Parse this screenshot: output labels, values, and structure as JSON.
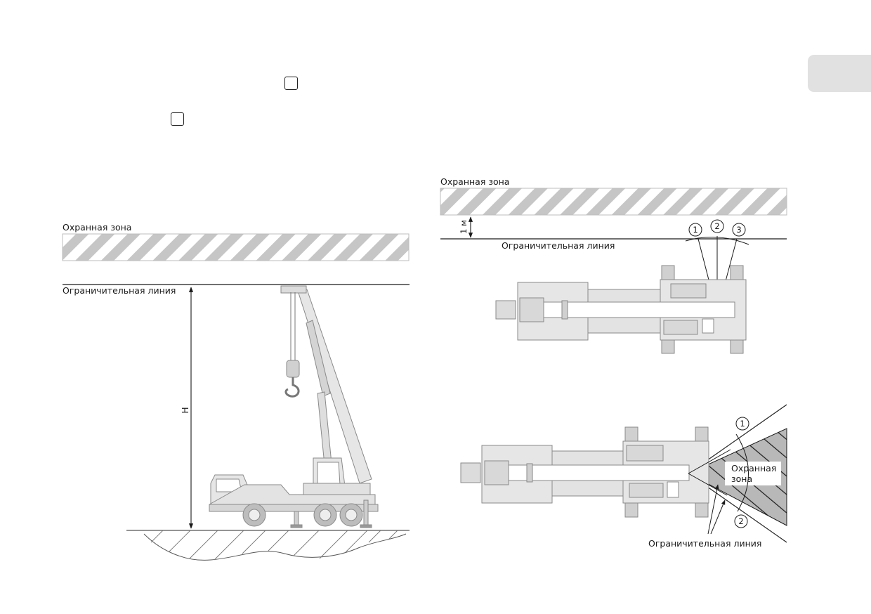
{
  "checkboxes": [
    {
      "checked": false
    },
    {
      "checked": false
    }
  ],
  "left_diagram": {
    "zone_label": "Охранная зона",
    "limit_label": "Ограничительная линия",
    "height_label": "H"
  },
  "top_right_diagram": {
    "zone_label": "Охранная зона",
    "distance_label": "1 м",
    "limit_label": "Ограничительная линия",
    "markers": [
      "1",
      "2",
      "3"
    ]
  },
  "bottom_right_diagram": {
    "zone_label_line1": "Охранная",
    "zone_label_line2": "зона",
    "limit_label": "Ограничительная линия",
    "markers": [
      "1",
      "2"
    ]
  },
  "colors": {
    "stripe": "#c6c6c6",
    "crane_fill": "#e6e6e6",
    "crane_dark": "#8a8a8a",
    "line": "#1a1a1a",
    "tab": "#e1e1e1"
  }
}
